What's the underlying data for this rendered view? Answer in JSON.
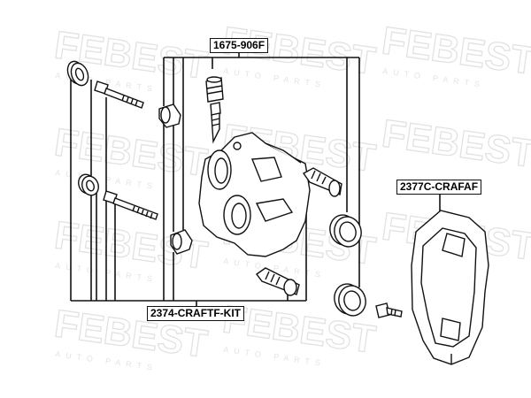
{
  "labels": {
    "caliper_repair_kit": "1675-906F",
    "guide_pin_kit": "2374-CRAFTF-KIT",
    "caliper_bracket": "2377C-CRAFAF"
  },
  "watermark": {
    "brand": "FEBEST",
    "tagline": "AUTO PARTS"
  },
  "colors": {
    "line": "#111111",
    "watermark": "#e6e6e6"
  }
}
